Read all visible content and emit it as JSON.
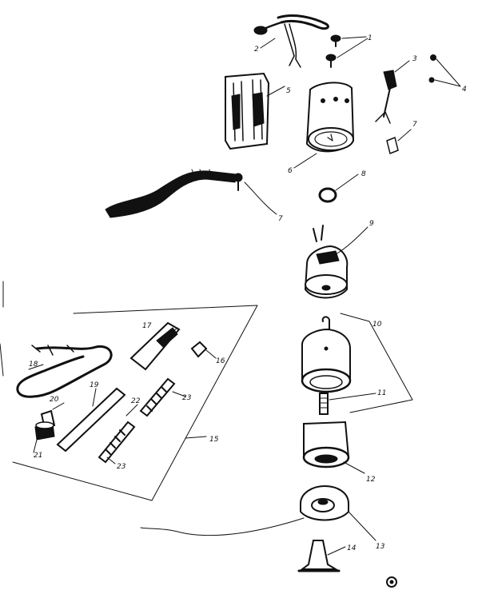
{
  "parts": [
    {
      "id": "p1",
      "number": "1"
    },
    {
      "id": "p2",
      "number": "2"
    },
    {
      "id": "p3",
      "number": "3"
    },
    {
      "id": "p4",
      "number": "4"
    },
    {
      "id": "p5",
      "number": "5"
    },
    {
      "id": "p6",
      "number": "6"
    },
    {
      "id": "p7a",
      "number": "7"
    },
    {
      "id": "p7b",
      "number": "7"
    },
    {
      "id": "p8",
      "number": "8"
    },
    {
      "id": "p9",
      "number": "9"
    },
    {
      "id": "p10",
      "number": "10"
    },
    {
      "id": "p11",
      "number": "11"
    },
    {
      "id": "p12",
      "number": "12"
    },
    {
      "id": "p13",
      "number": "13"
    },
    {
      "id": "p14",
      "number": "14"
    },
    {
      "id": "p15",
      "number": "15"
    },
    {
      "id": "p16",
      "number": "16"
    },
    {
      "id": "p17",
      "number": "17"
    },
    {
      "id": "p18",
      "number": "18"
    },
    {
      "id": "p19",
      "number": "19"
    },
    {
      "id": "p20",
      "number": "20"
    },
    {
      "id": "p21",
      "number": "21"
    },
    {
      "id": "p22",
      "number": "22"
    },
    {
      "id": "p23a",
      "number": "23"
    },
    {
      "id": "p23b",
      "number": "23"
    }
  ]
}
